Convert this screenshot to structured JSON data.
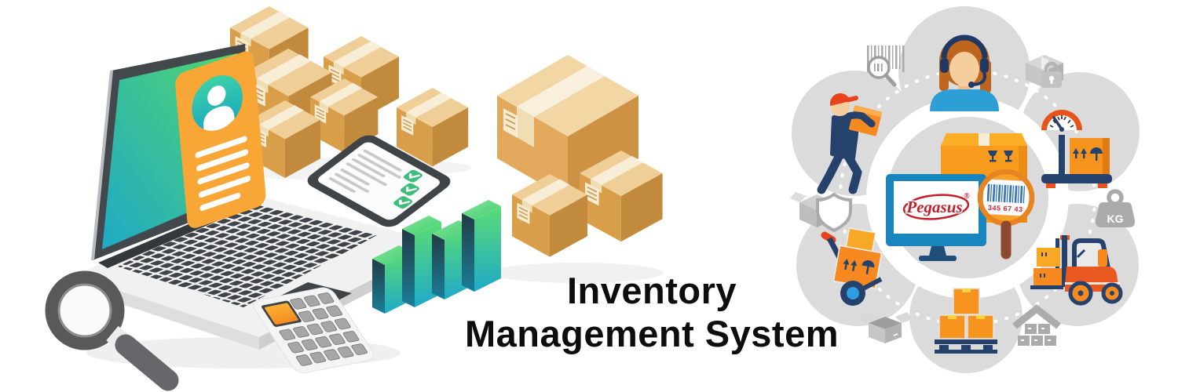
{
  "title": {
    "line1": "Inventory",
    "line2": "Management System",
    "color": "#0D0D0D"
  },
  "brand": {
    "name": "Pegasus",
    "registered_mark": "®",
    "color": "#C21E2A"
  },
  "center_monitor": {
    "barcode_digits": "345 67 43"
  },
  "weight_icon": {
    "label": "KG"
  },
  "colors": {
    "accent_orange": "#F6891F",
    "navy": "#24426B",
    "brand_red": "#C21E2A",
    "monitor_blue": "#1886BC",
    "box_tan": "#D89E4A",
    "teal": "#23AEC2",
    "green": "#52D66B",
    "blob_gray": "#DBDBDB",
    "icon_gray": "#ABABAB"
  },
  "left_illustration": {
    "items": [
      "laptop-with-profile-card",
      "cardboard-box-stack",
      "checklist-tablet",
      "isometric-bar-chart",
      "calculator",
      "magnifying-glass",
      "large-shipping-boxes"
    ]
  },
  "right_illustration": {
    "items": [
      "barcode-scan-icon",
      "customer-support-agent",
      "locked-parcel-icon",
      "weighing-scale",
      "kg-weight-icon",
      "forklift",
      "warehouse-icon",
      "pallet-with-boxes",
      "open-box-icon",
      "hand-truck-with-boxes",
      "delivery-worker",
      "box-with-shield-icon",
      "pegasus-monitor",
      "fragile-parcel",
      "barcode-magnifier"
    ]
  }
}
